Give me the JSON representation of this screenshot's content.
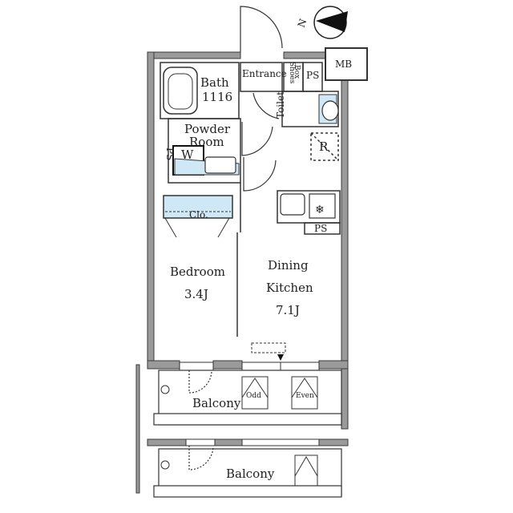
{
  "compass": {
    "north_label": "N"
  },
  "rooms": {
    "entrance": "Entrance",
    "shoes_box_line1": "Shoes",
    "shoes_box_line2": "Box",
    "ps_entrance": "PS",
    "mb": "MB",
    "bath_line1": "Bath",
    "bath_line2": "1116",
    "toilet": "Toilet",
    "powder_line1": "Powder",
    "powder_line2": "Room",
    "ps_left": "PS",
    "washer": "W",
    "refrigerator": "R",
    "closet": "Clo.",
    "ps_kitchen": "PS",
    "bedroom_name": "Bedroom",
    "bedroom_size": "3.4J",
    "dining_line1": "Dining",
    "dining_line2": "Kitchen",
    "dining_size": "7.1J",
    "balcony_1": "Balcony",
    "balcony_2": "Balcony",
    "odd": "Odd",
    "even": "Even"
  },
  "colors": {
    "wall": "#9a9a9a",
    "wall_outline": "#3a3a3a",
    "fixture_blue": "#cfe8f5",
    "line": "#333333"
  }
}
